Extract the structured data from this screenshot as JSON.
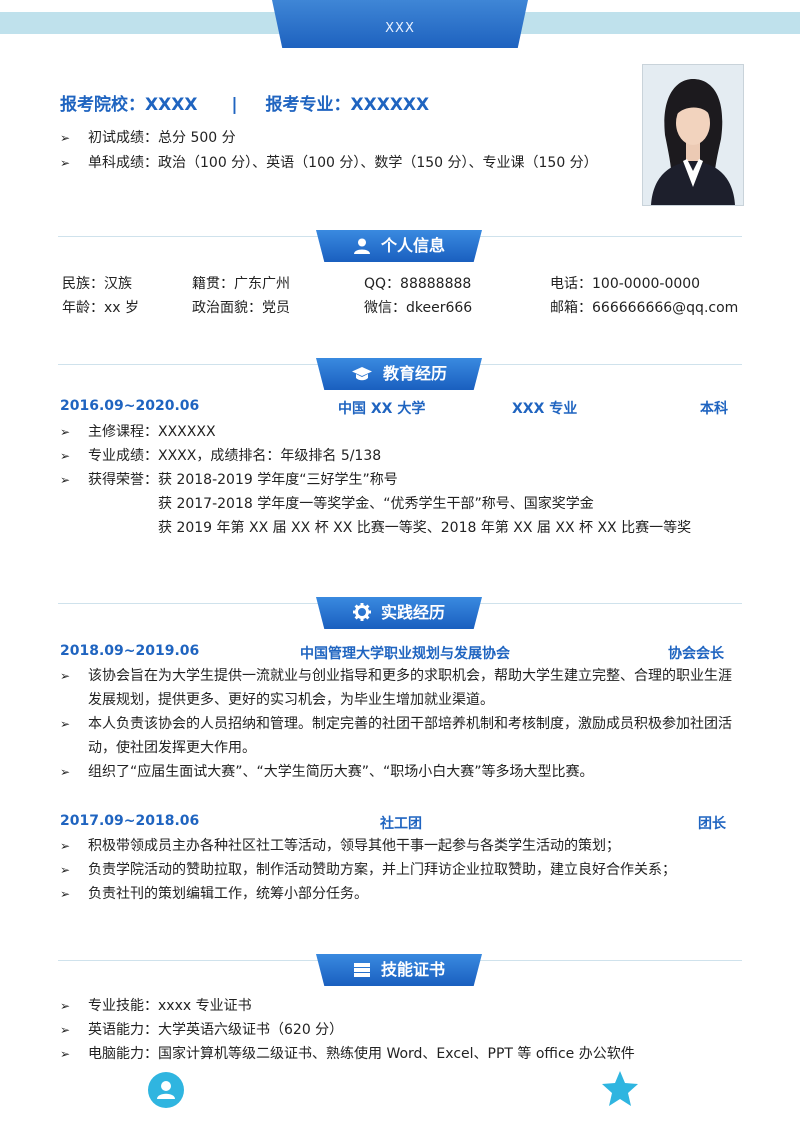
{
  "banner": {
    "title": "XXX"
  },
  "header": {
    "school_label": "报考院校：XXXX",
    "separator": "|",
    "major_label": "报考专业：XXXXXX",
    "scores": [
      "初试成绩：总分 500 分",
      "单科成绩：政治（100 分）、英语（100 分）、数学（150 分）、专业课（150 分）"
    ]
  },
  "sections": {
    "personal": "个人信息",
    "education": "教育经历",
    "practice": "实践经历",
    "skills": "技能证书"
  },
  "personal": {
    "ethnicity": "民族：汉族",
    "origin": "籍贯：广东广州",
    "qq": "QQ：88888888",
    "phone": "电话：100-0000-0000",
    "age": "年龄：xx 岁",
    "politics": "政治面貌：党员",
    "wechat": "微信：dkeer666",
    "email": "邮箱：666666666@qq.com"
  },
  "education": {
    "period": "2016.09~2020.06",
    "school": "中国 XX 大学",
    "major": "XXX 专业",
    "degree": "本科",
    "items": [
      "主修课程：XXXXXX",
      "专业成绩：XXXX，成绩排名：年级排名 5/138",
      "获得荣誉：获 2018-2019 学年度“三好学生”称号"
    ],
    "honors_more": [
      "获 2017-2018 学年度一等奖学金、“优秀学生干部”称号、国家奖学金",
      "获 2019 年第 XX 届 XX 杯 XX 比赛一等奖、2018 年第 XX 届 XX 杯 XX 比赛一等奖"
    ]
  },
  "practice": [
    {
      "period": "2018.09~2019.06",
      "org": "中国管理大学职业规划与发展协会",
      "role": "协会会长",
      "items": [
        "该协会旨在为大学生提供一流就业与创业指导和更多的求职机会，帮助大学生建立完整、合理的职业生涯发展规划，提供更多、更好的实习机会，为毕业生增加就业渠道。",
        "本人负责该协会的人员招纳和管理。制定完善的社团干部培养机制和考核制度，激励成员积极参加社团活动，使社团发挥更大作用。",
        "组织了“应届生面试大赛”、“大学生简历大赛”、“职场小白大赛”等多场大型比赛。"
      ]
    },
    {
      "period": "2017.09~2018.06",
      "org": "社工团",
      "role": "团长",
      "items": [
        "积极带领成员主办各种社区社工等活动，领导其他干事一起参与各类学生活动的策划；",
        "负责学院活动的赞助拉取，制作活动赞助方案，并上门拜访企业拉取赞助，建立良好合作关系；",
        "负责社刊的策划编辑工作，统筹小部分任务。"
      ]
    }
  ],
  "skills": [
    "专业技能：xxxx 专业证书",
    "英语能力：大学英语六级证书（620 分）",
    "电脑能力：国家计算机等级二级证书、熟练使用 Word、Excel、PPT 等 office 办公软件"
  ],
  "icons": {
    "arrow": "➢",
    "personal": "user-icon",
    "education": "graduation-cap-icon",
    "practice": "gear-icon",
    "skills": "certificate-icon"
  },
  "colors": {
    "accent": "#1f64c0",
    "tab": "#1a5fbf",
    "light": "#bfe1ec",
    "footer": "#2fb5e0"
  }
}
